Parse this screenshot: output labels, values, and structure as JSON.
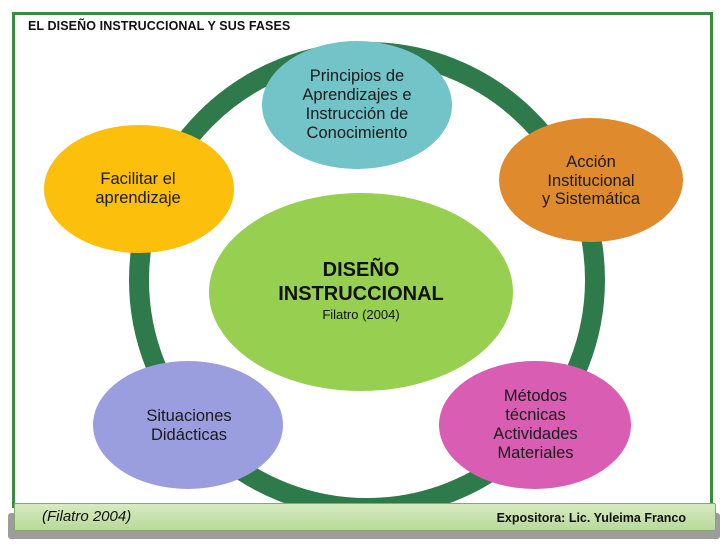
{
  "slide": {
    "title": "EL DISEÑO INSTRUCCIONAL Y SUS FASES"
  },
  "diagram": {
    "center": {
      "title_line1": "DISEÑO",
      "title_line2": "INSTRUCCIONAL",
      "subtitle": "Filatro (2004)"
    },
    "nodes": [
      {
        "lines": [
          "Principios de",
          "Aprendizajes e",
          "Instrucción de",
          "Conocimiento"
        ],
        "color": "#72c4c8"
      },
      {
        "lines": [
          "Acción",
          "Institucional",
          "y Sistemática"
        ],
        "color": "#e08a2e"
      },
      {
        "lines": [
          "Métodos",
          "técnicas",
          "Actividades",
          "Materiales"
        ],
        "color": "#d95db3"
      },
      {
        "lines": [
          "Situaciones",
          "Didácticas"
        ],
        "color": "#9b9ede"
      },
      {
        "lines": [
          "Facilitar el",
          "aprendizaje"
        ],
        "color": "#fbbf0c"
      }
    ],
    "ring_color": "#2f7a4b",
    "center_color": "#97cf50"
  },
  "footer": {
    "left": "(Filatro 2004)",
    "right": "Expositora: Lic. Yuleima Franco"
  }
}
